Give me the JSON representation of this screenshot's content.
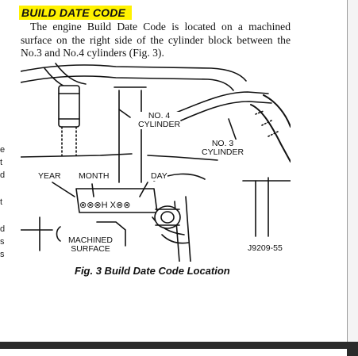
{
  "section": {
    "title": "BUILD DATE CODE",
    "body": "The engine Build Date Code is located on a machined surface on the right side of the cylinder block between the No.3 and No.4 cylinders (Fig. 3)."
  },
  "figure": {
    "labels": {
      "no4_line1": "NO. 4",
      "no4_line2": "CYLINDER",
      "no3_line1": "NO. 3",
      "no3_line2": "CYLINDER",
      "year": "YEAR",
      "month": "MONTH",
      "day": "DAY",
      "code": "⊗⊗⊗H X⊗⊗",
      "machined_line1": "MACHINED",
      "machined_line2": "SURFACE",
      "figure_id": "J9209-55"
    },
    "caption": "Fig. 3 Build Date Code Location"
  },
  "left_fragments": [
    "e",
    "t",
    "d",
    "t",
    "d",
    "s",
    "s"
  ]
}
